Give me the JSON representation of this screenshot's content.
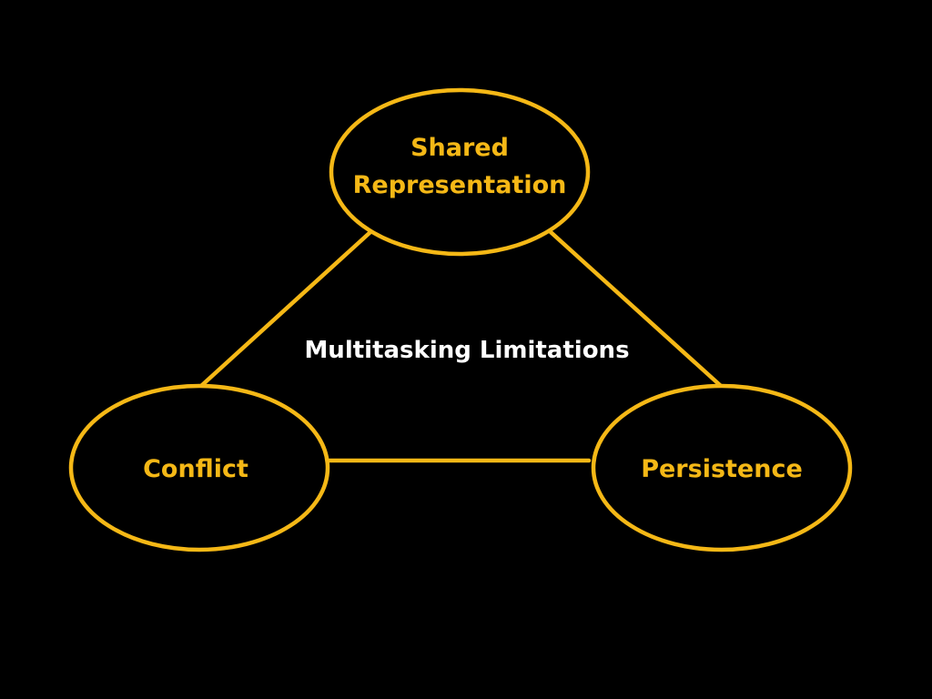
{
  "diagram": {
    "center_label": "Multitasking Limitations",
    "nodes": {
      "top": {
        "line1": "Shared",
        "line2": "Representation"
      },
      "left": {
        "label": "Conflict"
      },
      "right": {
        "label": "Persistence"
      }
    }
  },
  "colors": {
    "background": "#000000",
    "accent": "#F5B816",
    "center_text": "#FFFFFF"
  }
}
